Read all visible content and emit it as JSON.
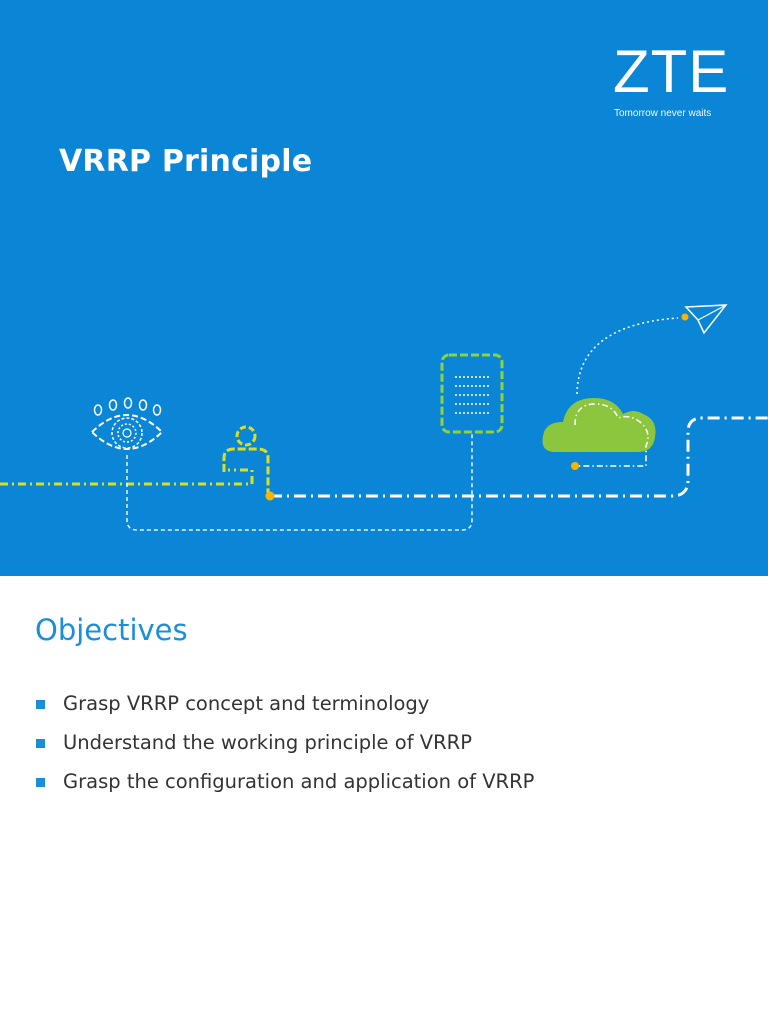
{
  "cover": {
    "title": "VRRP Principle",
    "background_color": "#0b86d6",
    "logo": {
      "mark": "ZTE",
      "tagline": "Tomorrow never waits"
    },
    "illustration_icons": [
      "eye-icon",
      "person-icon",
      "document-icon",
      "cloud-icon",
      "paper-plane-icon"
    ]
  },
  "objectives": {
    "heading": "Objectives",
    "accent_color": "#1a8fd9",
    "items": [
      "Grasp VRRP concept and terminology",
      "Understand the working principle of VRRP",
      "Grasp the configuration and application of VRRP"
    ]
  }
}
